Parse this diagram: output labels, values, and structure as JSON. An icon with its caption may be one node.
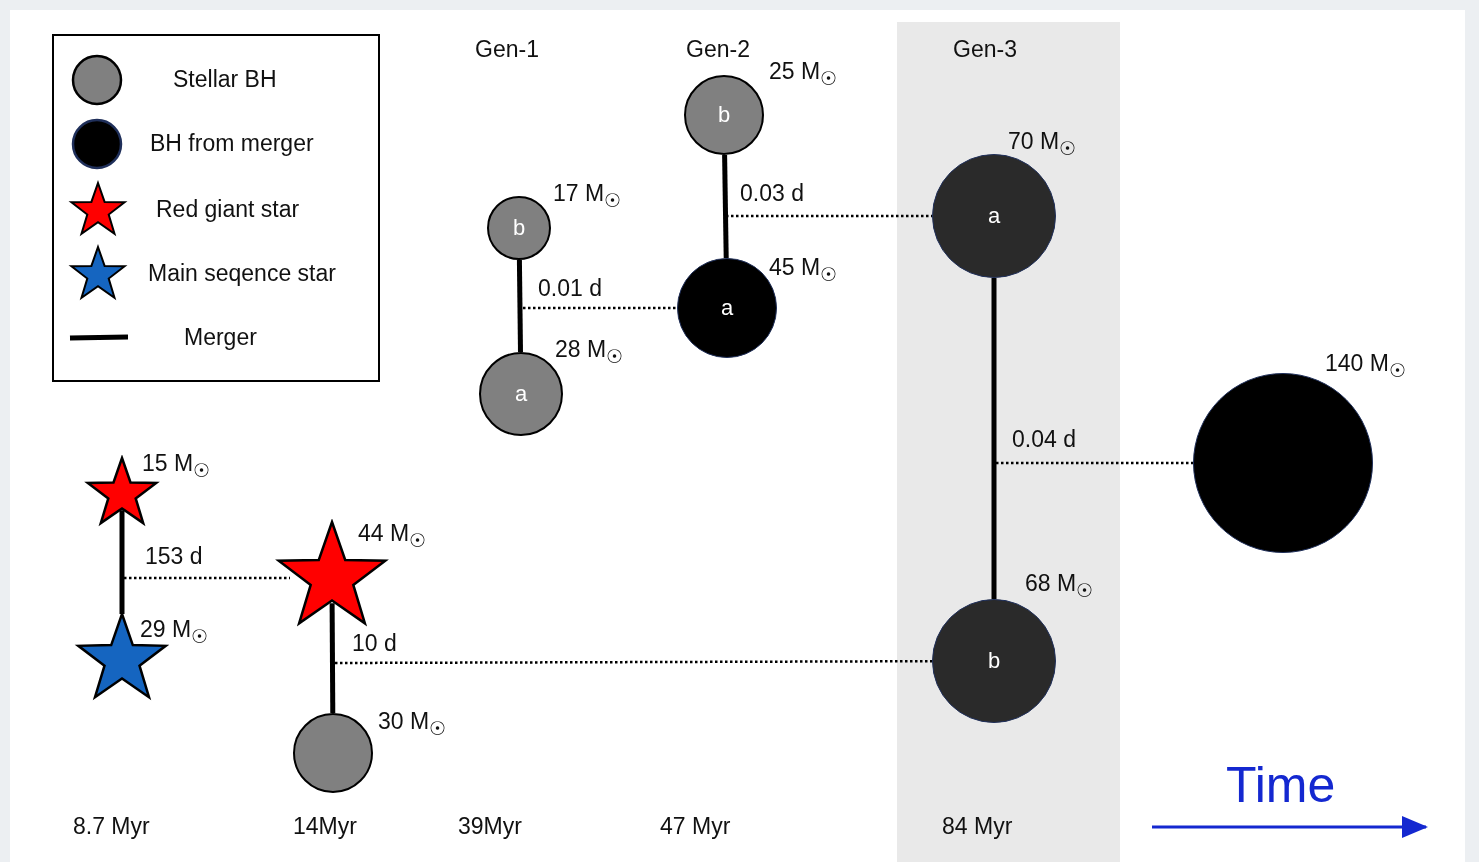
{
  "diagram": {
    "nodes": [
      {
        "text": [
          "Gen-3"
        ]
      },
      {
        "text": [],
        "shape": "star",
        "beside": [
          "15 M$_{☉}$"
        ]
      },
      {
        "text": [],
        "shape": "star",
        "beside": [
          "29 M$_{☉}$"
        ]
      },
      {
        "text": [],
        "shape": "star",
        "beside": [
          "44 M$_{☉}$"
        ]
      },
      {
        "text": [],
        "shape": "circle",
        "beside": [
          "30 M$_{☉}$"
        ]
      },
      {
        "text": [
          "b"
        ],
        "beside": [
          "17 M$_{☉}$"
        ]
      },
      {
        "text": [
          "a"
        ],
        "beside": [
          "28 M$_{☉}$"
        ]
      },
      {
        "text": [
          "b"
        ],
        "beside": [
          "25 M$_{☉}$"
        ]
      },
      {
        "text": [
          "a"
        ],
        "beside": [
          "45 M$_{☉}$"
        ]
      },
      {
        "text": [
          "a"
        ],
        "in": 0,
        "beside": [
          "70 M$_{☉}$"
        ]
      },
      {
        "text": [
          "b"
        ],
        "in": 0,
        "beside": [
          "68 M$_{☉}$"
        ]
      },
      {
        "text": [],
        "shape": "circle",
        "beside": [
          "140 M$_{☉}$"
        ]
      }
    ],
    "edges": [
      {
        "from": 1,
        "to": 2,
        "arrow": "none",
        "style": "thick"
      },
      {
        "from": null,
        "to": 3,
        "arrow": "none",
        "label": "153 d",
        "style": "dashed"
      },
      {
        "from": 3,
        "to": 4,
        "arrow": "none",
        "style": "thick"
      },
      {
        "from": null,
        "to": 10,
        "arrow": "none",
        "label": "10 d",
        "style": "dashed"
      },
      {
        "from": 5,
        "to": 6,
        "arrow": "none",
        "style": "thick"
      },
      {
        "from": null,
        "to": 8,
        "arrow": "none",
        "label": "0.01 d",
        "style": "dashed"
      },
      {
        "from": 7,
        "to": 8,
        "arrow": "none",
        "style": "thick"
      },
      {
        "from": null,
        "to": 9,
        "arrow": "none",
        "label": "0.03 d",
        "style": "dashed"
      },
      {
        "from": 9,
        "to": 10,
        "arrow": "none",
        "style": "thick"
      },
      {
        "from": null,
        "to": 11,
        "arrow": "none",
        "label": "0.04 d",
        "style": "dashed"
      }
    ],
    "labels": [
      "Gen-1",
      "Gen-2",
      "8.7 Myr",
      "14Myr",
      "39Myr",
      "47 Myr",
      "84 Myr",
      "Time"
    ],
    "legend": [
      {
        "text": "Stellar BH"
      },
      {
        "text": "BH from merger"
      },
      {
        "text": "Red giant star"
      },
      {
        "text": "Main seqence star"
      },
      {
        "text": "Merger"
      }
    ]
  }
}
